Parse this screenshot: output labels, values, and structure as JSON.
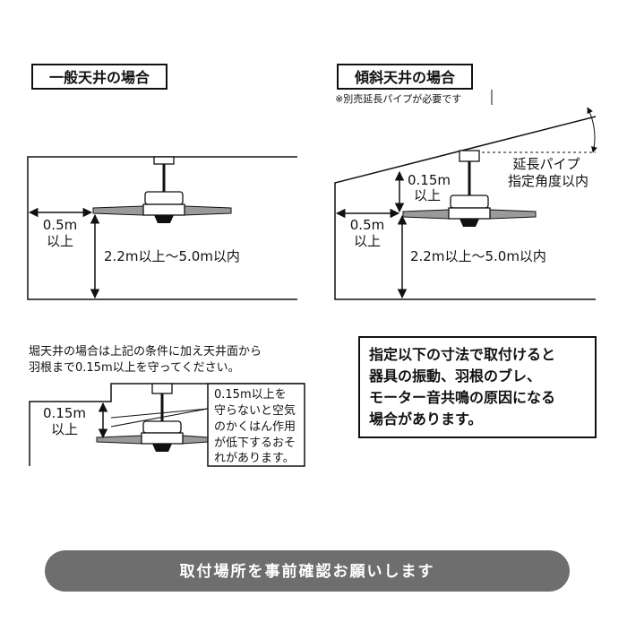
{
  "general": {
    "title": "一般天井の場合",
    "side_clearance": "0.5m",
    "side_clearance_suffix": "以上",
    "height_range": "2.2m以上～5.0m以内"
  },
  "sloped": {
    "title": "傾斜天井の場合",
    "note": "※別売延長パイプが必要です",
    "top_clearance": "0.15m",
    "top_clearance_suffix": "以上",
    "pipe_angle_line1": "延長パイプ",
    "pipe_angle_line2": "指定角度以内",
    "side_clearance": "0.5m",
    "side_clearance_suffix": "以上",
    "height_range": "2.2m以上～5.0m以内"
  },
  "recessed": {
    "intro_line1": "堀天井の場合は上記の条件に加え天井面から",
    "intro_line2": "羽根まで0.15m以上を守ってください。",
    "clearance": "0.15m",
    "clearance_suffix": "以上",
    "callout_lines": [
      "0.15m以上を",
      "守らないと空気",
      "のかくはん作用",
      "が低下するおそ",
      "れがあります。"
    ]
  },
  "warning": {
    "lines": [
      "指定以下の寸法で取付けると",
      "器具の振動、羽根のブレ、",
      "モーター音共鳴の原因になる",
      "場合があります。"
    ]
  },
  "banner": {
    "text": "取付場所を事前確認お願いします"
  },
  "colors": {
    "banner_bg": "#6e6e6e",
    "line": "#111111",
    "fan_gray": "#9a9a9a"
  }
}
